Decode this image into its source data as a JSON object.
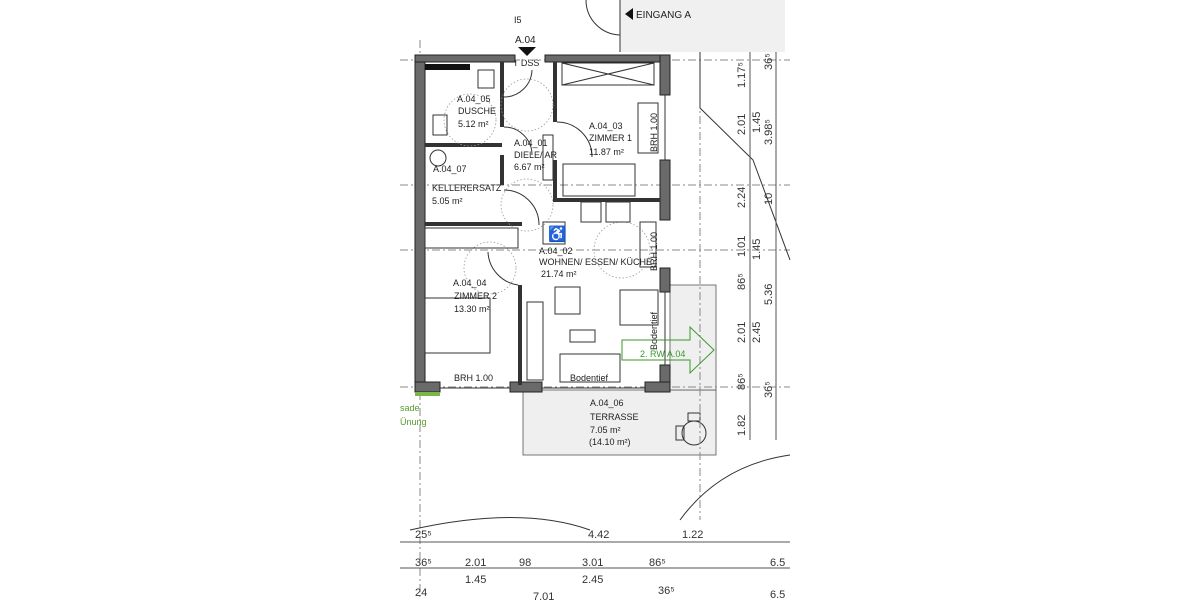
{
  "plan": {
    "entrance_label": "EINGANG A",
    "stair_mark": "I5",
    "unit_marker": "A.04",
    "unit_entry_code": "T DSS",
    "rooms": [
      {
        "id": "A.04_05",
        "name": "DUSCHE",
        "area": "5.12 m²"
      },
      {
        "id": "A.04_07",
        "name": "KELLERERSATZ",
        "area": "5.05 m²"
      },
      {
        "id": "A.04_01",
        "name": "DIELE/ AR",
        "area": "6.67 m²"
      },
      {
        "id": "A.04_03",
        "name": "ZIMMER 1",
        "area": "11.87 m²"
      },
      {
        "id": "A.04_02",
        "name": "WOHNEN/ ESSEN/ KÜCHE",
        "area": "21.74 m²"
      },
      {
        "id": "A.04_04",
        "name": "ZIMMER 2",
        "area": "13.30 m²"
      },
      {
        "id": "A.04_06",
        "name": "TERRASSE",
        "area": "7.05 m²",
        "area_alt": "(14.10 m²)"
      }
    ],
    "annotations": {
      "brh_zimmer1": "BRH 1.00",
      "brh_kitchen": "BRH 1.00",
      "brh_zimmer2": "BRH 1.00",
      "bodentief_vertical": "Bodentief",
      "bodentief_horizontal": "Bodentief",
      "escape_route": "2. RW A.04",
      "facade_1": "sade",
      "facade_2": "Ünung"
    },
    "accessibility_icon": "wheelchair-icon",
    "colors": {
      "escape_route": "#3a9a2a",
      "wall": "#6a6a6a",
      "terrace": "#efefef"
    },
    "dims_right_inner": [
      "1.17⁵",
      "2.01",
      "2.24",
      "1.01",
      "86⁵",
      "2.01",
      "86⁵",
      "1.82"
    ],
    "dims_right_mid": [
      "1.45",
      "3.98⁵",
      "10",
      "1.45",
      "5.36",
      "2.45",
      "36⁵"
    ],
    "dims_right_outer": [
      "36⁵"
    ],
    "dims_bottom_row1": [
      "25⁵",
      "4.42",
      "1.22"
    ],
    "dims_bottom_row2": [
      "36⁵",
      "2.01",
      "98",
      "3.01",
      "86⁵",
      "6.5"
    ],
    "dims_bottom_row2_sub": [
      "1.45",
      "2.45"
    ],
    "dims_bottom_row3": [
      "24",
      "7.01",
      "36⁵",
      "6.5"
    ]
  }
}
